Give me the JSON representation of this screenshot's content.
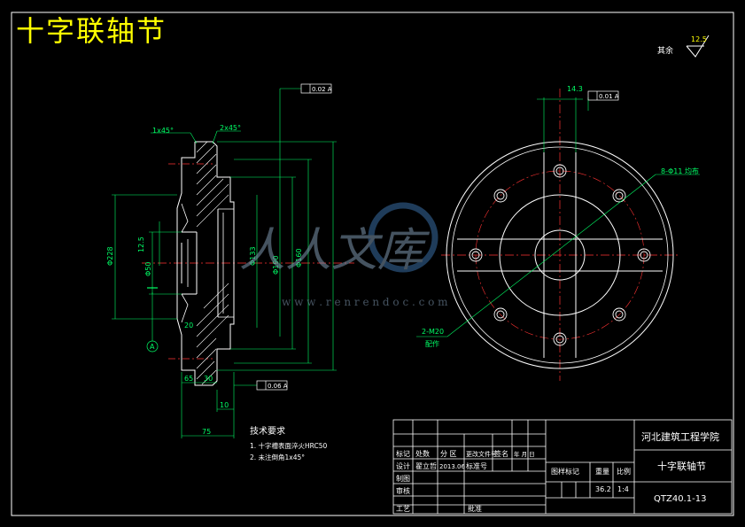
{
  "drawing": {
    "title": "十字联轴节",
    "roughness_label": "其余",
    "roughness_value": "12.5",
    "watermark_text": "人人文库",
    "watermark_url": "w w w . r e n r e n d o c . c o m"
  },
  "annotations": {
    "chamfer_1": "1x45°",
    "chamfer_2": "2x45°",
    "tol_top_left": "0.02 A",
    "tol_bottom": "0.06 A",
    "tol_top_right": "0.01 A",
    "hole_spec": "8-Φ11 均布",
    "pin_spec": "2-M20",
    "pin_note": "配作",
    "datum": "A",
    "dim_20": "20",
    "dim_65": "65",
    "dim_30": "30",
    "dim_10": "10",
    "dim_75": "75",
    "dia_outer": "Φ228",
    "dia_mid": "Φ160",
    "dia_bore": "Φ50",
    "dia_2": "Φ133",
    "dia_hub": "Φ190",
    "keyway_top": "12.5",
    "top_right_dim": "14.3"
  },
  "notes": {
    "heading": "技术要求",
    "items": [
      "1. 十字槽表面淬火HRC50",
      "2. 未注倒角1x45°"
    ]
  },
  "title_block": {
    "school": "河北建筑工程学院",
    "part_name": "十字联轴节",
    "drawing_no": "QTZ40.1-13",
    "header_row": [
      "标记",
      "处数",
      "分  区",
      "更改文件号",
      "签名",
      "年  月  日"
    ],
    "design_row": [
      "设计",
      "翟立哲",
      "2013.06",
      "标准号"
    ],
    "row_labels": [
      "制图",
      "审核",
      "工艺"
    ],
    "approve": "批准",
    "stage_label": "图样标记",
    "weight_label": "重量",
    "scale_label": "比例",
    "weight": "36.2",
    "scale": "1:4"
  }
}
